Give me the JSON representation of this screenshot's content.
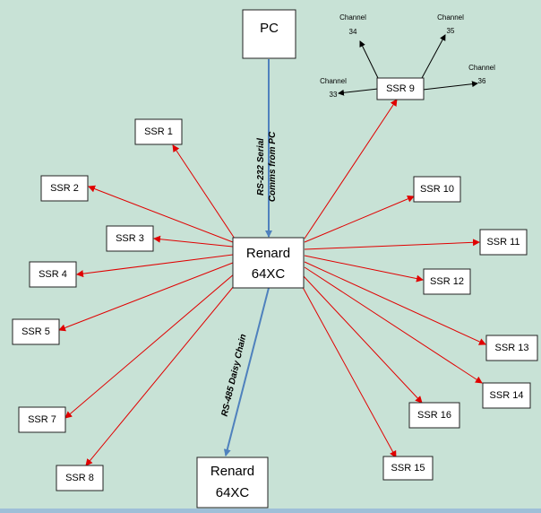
{
  "nodes": {
    "pc": {
      "label": "PC"
    },
    "hub_top": {
      "label": "Renard",
      "label2": "64XC"
    },
    "hub_bottom": {
      "label": "Renard",
      "label2": "64XC"
    },
    "ssr": [
      "SSR 1",
      "SSR 2",
      "SSR 3",
      "SSR 4",
      "SSR 5",
      "SSR 7",
      "SSR 8",
      "SSR 9",
      "SSR 10",
      "SSR 11",
      "SSR 12",
      "SSR 13",
      "SSR 14",
      "SSR 15",
      "SSR 16"
    ]
  },
  "channels": [
    {
      "word": "Channel",
      "num": "34"
    },
    {
      "word": "Channel",
      "num": "35"
    },
    {
      "word": "Channel",
      "num": "33"
    },
    {
      "word": "Channel",
      "num": "36"
    }
  ],
  "links": {
    "rs232": {
      "line1": "RS-232 Serial",
      "line2": "Comms from PC"
    },
    "rs485": {
      "line1": "RS-485 Daisy Chain"
    }
  },
  "colors": {
    "fan_out": "#e00000",
    "serial": "#4f81bd",
    "channel": "#000000",
    "background": "#c8e2d6"
  }
}
